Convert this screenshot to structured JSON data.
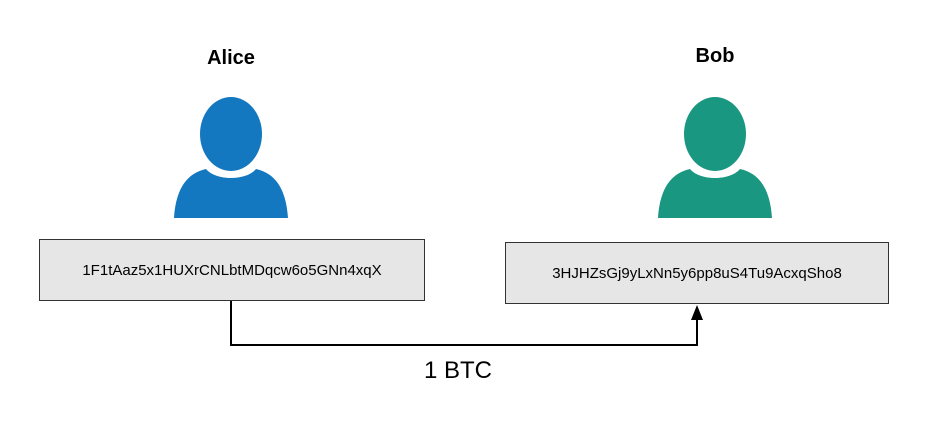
{
  "sender": {
    "name": "Alice",
    "address": "1F1tAaz5x1HUXrCNLbtMDqcw6o5GNn4xqX",
    "color": "#1378bf"
  },
  "receiver": {
    "name": "Bob",
    "address": "3HJHZsGj9yLxNn5y6pp8uS4Tu9AcxqSho8",
    "color": "#1a9780"
  },
  "transfer": {
    "amount": "1 BTC"
  },
  "icons": {
    "sender_avatar": "user-icon",
    "receiver_avatar": "user-icon",
    "arrow": "arrow-up-icon"
  }
}
